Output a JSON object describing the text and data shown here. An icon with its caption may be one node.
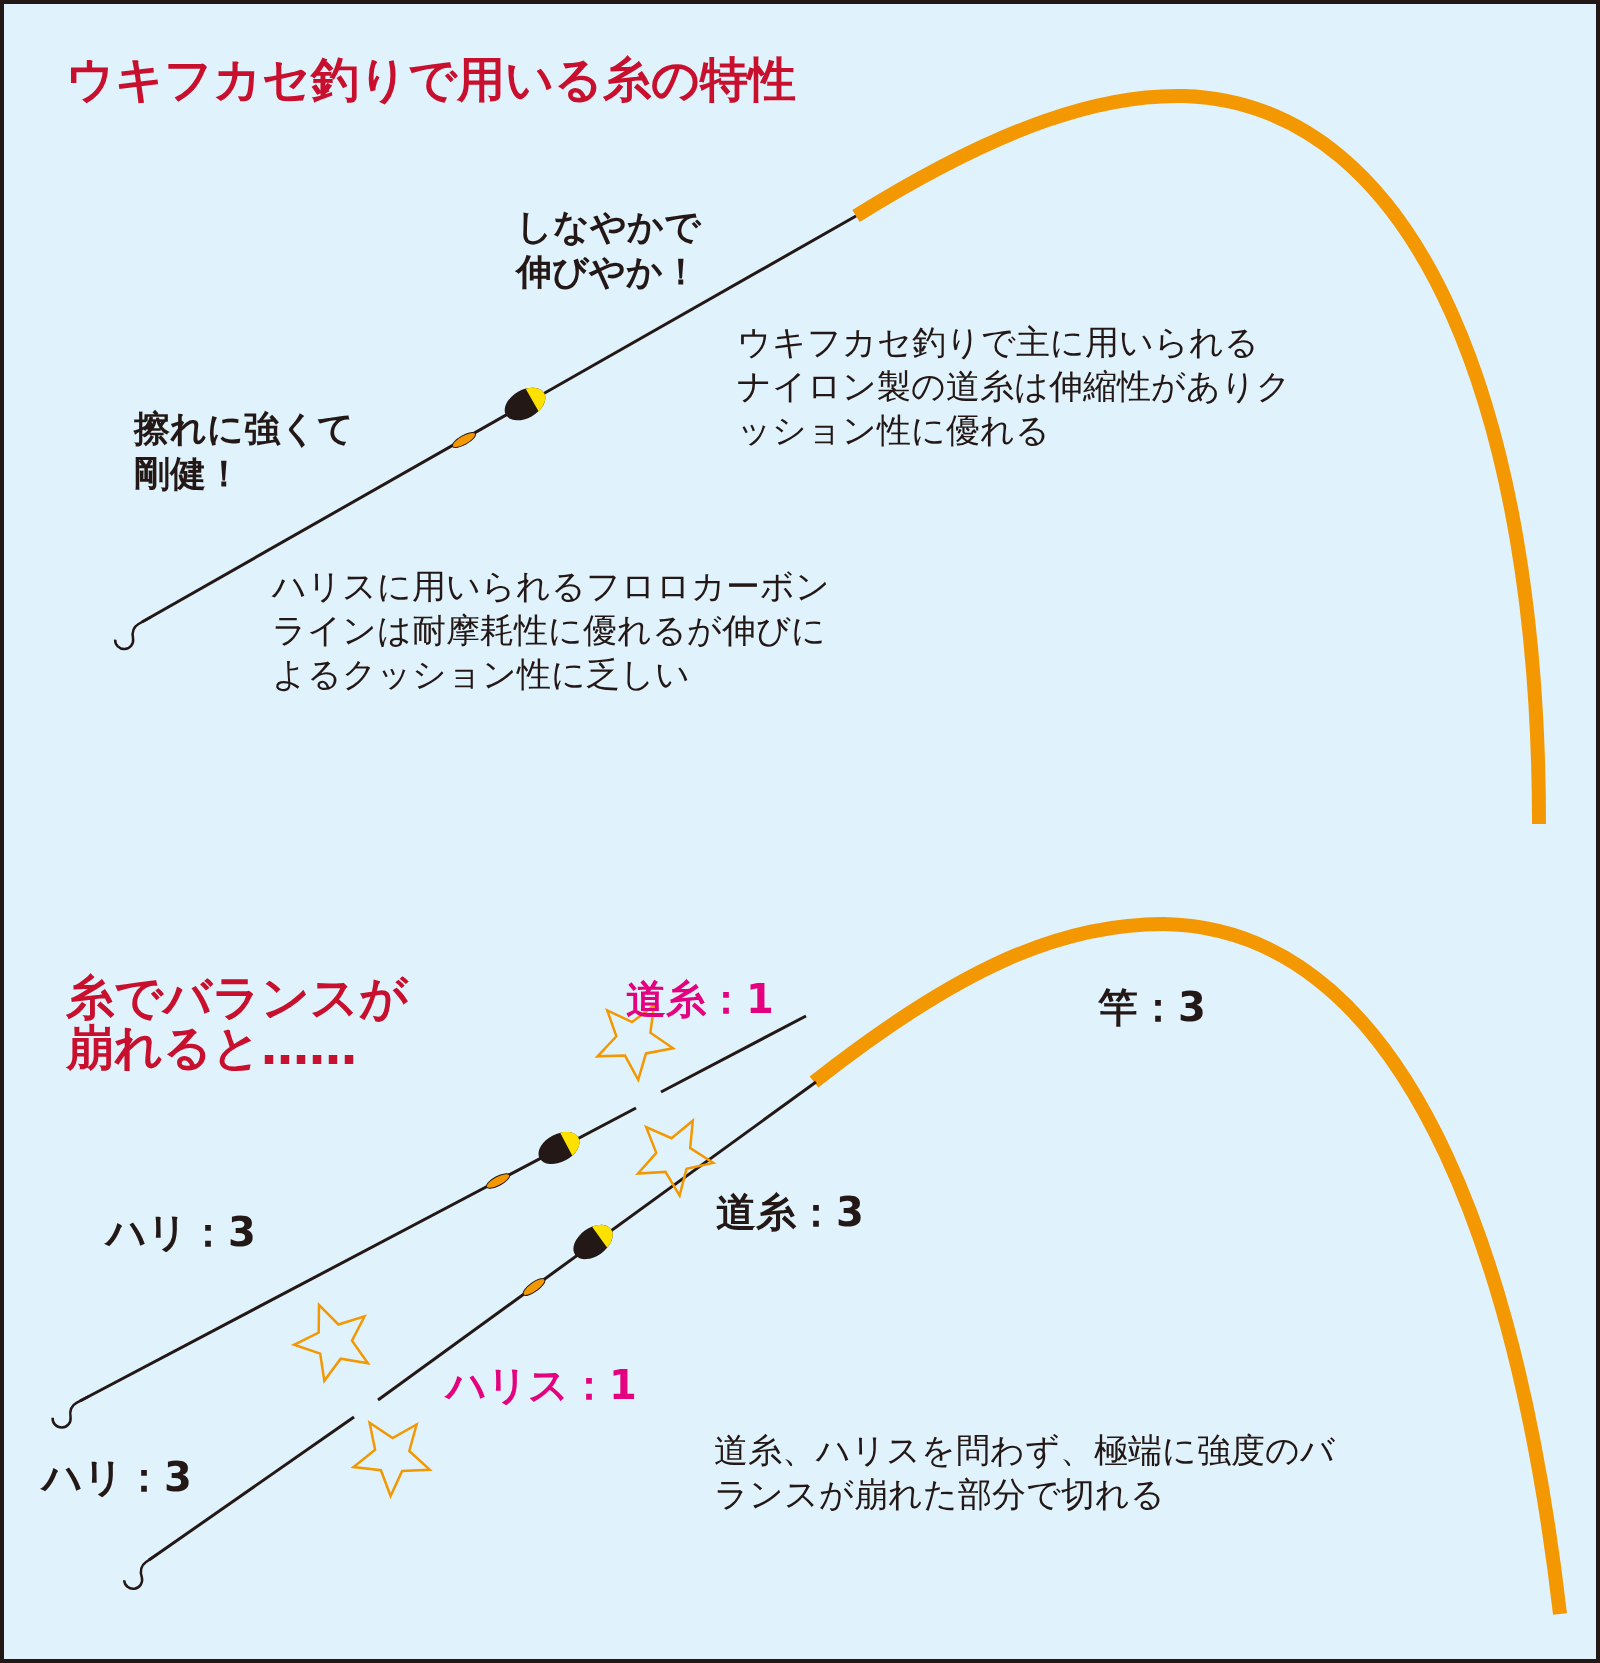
{
  "diagram": {
    "title": "ウキフカセ釣りで用いる糸の特性",
    "labels": [
      "しなやかで伸びやか！",
      "擦れに強くて剛健！",
      "ウキフカセ釣りで主に用いられるナイロン製の道糸は伸縮性がありクッション性に優れる",
      "ハリスに用いられるフロロカーボンラインは耐摩耗性に優れるが伸びによるクッション性に乏しい",
      "糸でバランスが崩れると……",
      "道糸：1",
      "竿：3",
      "ハリ：3",
      "道糸：3",
      "ハリス：1",
      "ハリ：3",
      "道糸、ハリスを問わず、極端に強度のバランスが崩れた部分で切れる"
    ]
  }
}
